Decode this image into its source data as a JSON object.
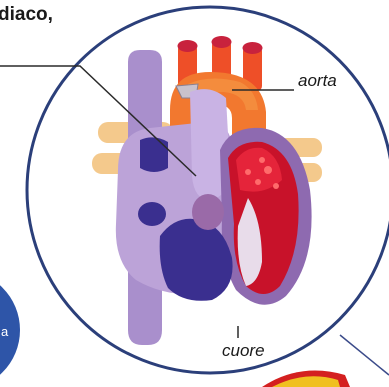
{
  "header": {
    "fragment": "diaco,"
  },
  "labels": {
    "aorta": "aorta",
    "cuore": "cuore"
  },
  "side_disc": {
    "fragment": "a"
  },
  "colors": {
    "circle_outline": "#2b3f7a",
    "circle_fill": "#ffffff",
    "vena_cava": "#a98fcc",
    "right_heart": "#bca3d8",
    "right_heart_dark": "#3a2f8f",
    "left_heart": "#c8122a",
    "left_heart_outline": "#8e6ab0",
    "aorta": "#f2782f",
    "aorta_dark": "#e85428",
    "branches": "#c8223d",
    "pulmonary_veins": "#f4c98c",
    "leader_line": "#2a2a2a",
    "blue_disc": "#2e55a8",
    "red_disc": "#d42020"
  }
}
